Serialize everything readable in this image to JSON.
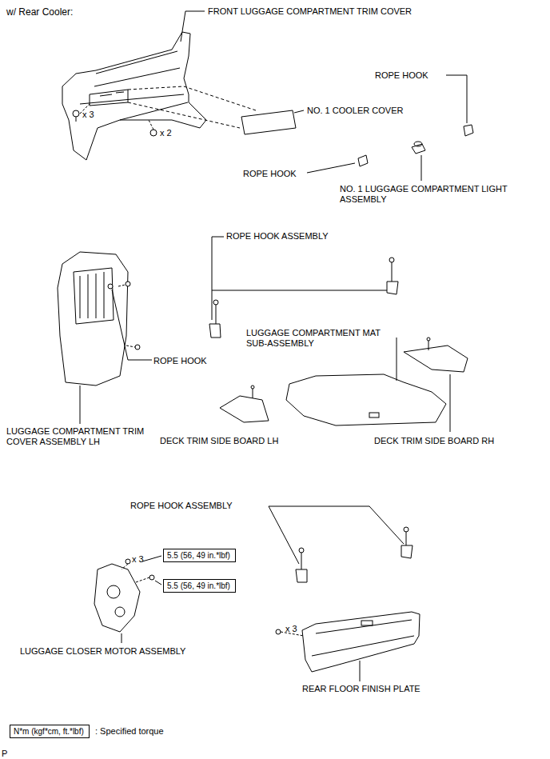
{
  "diagram": {
    "title": "w/ Rear Cooler:",
    "nodes": [
      {
        "text": [
          "5.5 (56, 49 in.*lbf)"
        ]
      },
      {
        "text": [
          "5.5 (56, 49 in.*lbf)"
        ]
      },
      {
        "text": [
          "N*m (kgf*cm, ft.*lbf)"
        ]
      }
    ],
    "labels": [
      "FRONT LUGGAGE COMPARTMENT TRIM COVER",
      "x 3",
      "x 2",
      "NO. 1 COOLER COVER",
      "ROPE HOOK",
      "ROPE HOOK",
      "NO. 1 LUGGAGE COMPARTMENT LIGHT ASSEMBLY",
      "ROPE HOOK ASSEMBLY",
      "ROPE HOOK",
      "LUGGAGE COMPARTMENT MAT SUB-ASSEMBLY",
      "LUGGAGE COMPARTMENT TRIM COVER ASSEMBLY LH",
      "DECK TRIM SIDE BOARD LH",
      "DECK TRIM SIDE BOARD RH",
      "ROPE HOOK ASSEMBLY",
      "x 3",
      "LUGGAGE CLOSER MOTOR ASSEMBLY",
      "x 3",
      "REAR FLOOR FINISH PLATE",
      ": Specified torque",
      "P"
    ]
  }
}
